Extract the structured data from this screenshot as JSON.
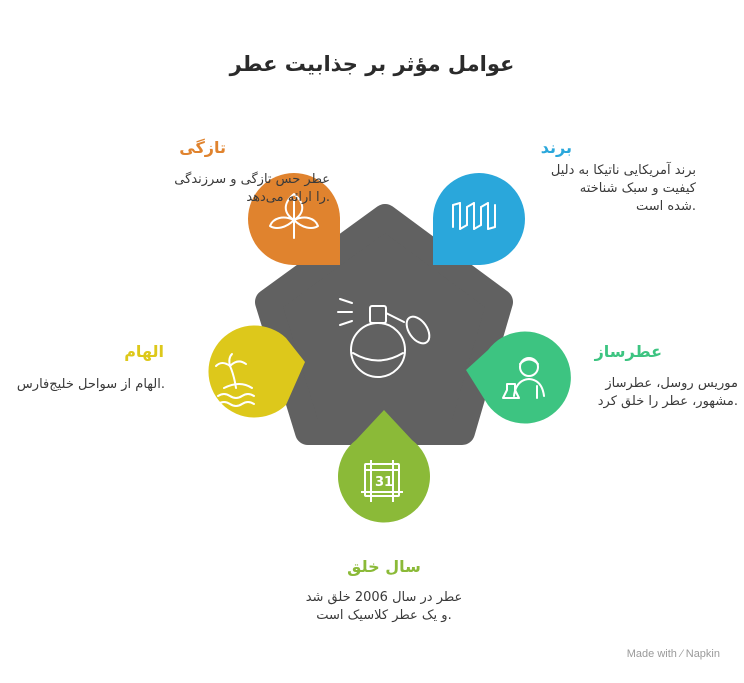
{
  "title": "عوامل مؤثر بر جذابیت عطر",
  "colors": {
    "center": "#616161",
    "freshness": "#E0832E",
    "brand": "#2AA7DB",
    "perfumer": "#3DC481",
    "inspiration": "#DDC81B",
    "year": "#8BBA38"
  },
  "center": {
    "icon": "perfume-bottle-icon"
  },
  "factors": {
    "freshness": {
      "heading": "تازگی",
      "lines": [
        "عطر حس تازگی و سرزندگی",
        ".را ارائه می‌دهد"
      ],
      "icon": "leaves-icon"
    },
    "brand": {
      "heading": "برند",
      "lines": [
        "برند آمریکایی ناتیکا به دلیل",
        "کیفیت و سبک شناخته",
        ".شده است"
      ],
      "icon": "barcode-icon"
    },
    "perfumer": {
      "heading": "عطرساز",
      "lines": [
        "موریس روسل، عطرساز",
        ".مشهور، عطر را خلق کرد"
      ],
      "icon": "scientist-icon"
    },
    "inspiration": {
      "heading": "الهام",
      "lines": [
        ".الهام از سواحل خلیج‌فارس"
      ],
      "icon": "palm-island-icon"
    },
    "year": {
      "heading": "سال خلق",
      "lines": [
        "عطر در سال 2006 خلق شد",
        ".و یک عطر کلاسیک است"
      ],
      "calendar_day": "31",
      "icon": "calendar-icon"
    }
  },
  "footer": {
    "made_with": "Made with",
    "brand": "Napkin"
  }
}
